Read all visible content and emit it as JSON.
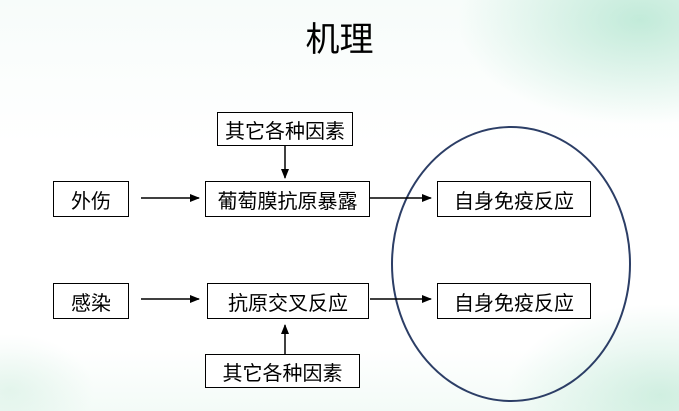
{
  "title": "机理",
  "nodes": {
    "other_factors_top": "其它各种因素",
    "trauma": "外伤",
    "grape_membrane_antigen_exposure": "葡萄膜抗原暴露",
    "autoimmune_response_top": "自身免疫反应",
    "infection": "感染",
    "antigen_cross_reaction": "抗原交叉反应",
    "autoimmune_response_bottom": "自身免疫反应",
    "other_factors_bottom": "其它各种因素"
  },
  "colors": {
    "ellipse_stroke": "#2c3e66",
    "arrow": "#000000"
  }
}
